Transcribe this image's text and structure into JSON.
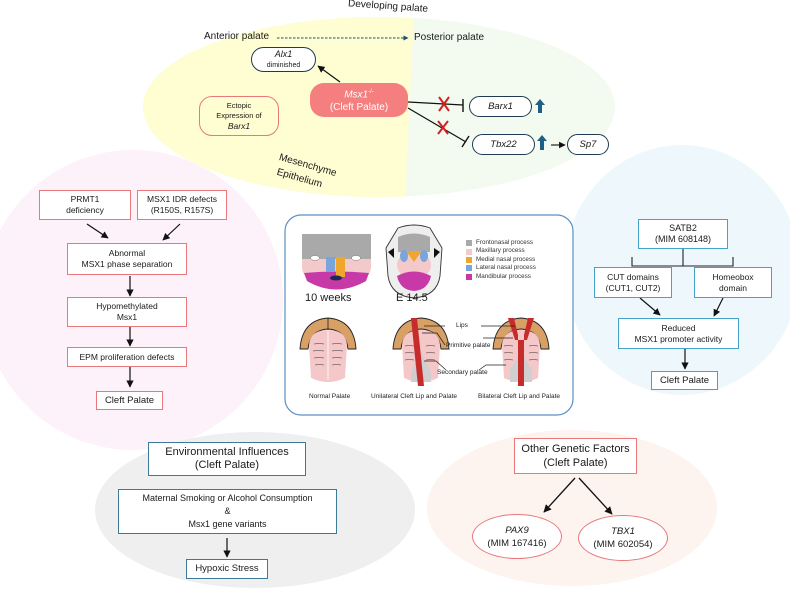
{
  "top_panel": {
    "title": "Developing palate",
    "anterior_label": "Anterior palate",
    "posterior_label": "Posterior palate",
    "alx1": {
      "gene": "Alx1",
      "note": "diminished"
    },
    "ectopic": {
      "line1": "Ectopic",
      "line2": "Expression of",
      "gene": "Barx1"
    },
    "msx1": {
      "gene": "Msx1",
      "superscript": "-/-",
      "phenotype": "(Cleft Palate)"
    },
    "barx1": "Barx1",
    "tbx22": "Tbx22",
    "sp7": "Sp7",
    "mesenchyme_label": "Mesenchyme",
    "epithelium_label": "Epithelium",
    "colors": {
      "mesenchyme": "#fefed2",
      "epithelium": "#f3faf0",
      "msx1_fill": "#f47f7e",
      "blocked_x": "#d32020",
      "up_arrow": "#1d5f86"
    }
  },
  "left_panel": {
    "inputs": [
      {
        "line1": "PRMT1",
        "line2": "deficiency"
      },
      {
        "line1": "MSX1 IDR defects",
        "line2": "(R150S, R157S)"
      }
    ],
    "steps": [
      {
        "line1": "Abnormal",
        "line2": "MSX1 phase separation"
      },
      {
        "line1": "Hypomethylated",
        "line2": "Msx1"
      },
      {
        "line1": "EPM proliferation defects",
        "line2": ""
      }
    ],
    "outcome": "Cleft Palate",
    "colors": {
      "background": "#fdf1fa",
      "border": "#e8787a"
    }
  },
  "center_panel": {
    "stages": [
      "10 weeks",
      "E 14.5"
    ],
    "legend": [
      {
        "label": "Frontonasal process",
        "color": "#a9a9a9"
      },
      {
        "label": "Maxillary process",
        "color": "#f4c9ca"
      },
      {
        "label": "Medial nasal process",
        "color": "#f0a52c"
      },
      {
        "label": "Lateral nasal process",
        "color": "#7aa5dc"
      },
      {
        "label": "Mandibular process",
        "color": "#c839a8"
      }
    ],
    "annotations": [
      "Lips",
      "Primitive palate",
      "Secondary palate"
    ],
    "captions": [
      "Normal Palate",
      "Unilateral Cleft Lip and Palate",
      "Bilateral Cleft Lip and Palate"
    ]
  },
  "right_panel": {
    "gene": {
      "line1": "SATB2",
      "line2": "(MIM 608148)"
    },
    "domains": [
      {
        "line1": "CUT domains",
        "line2": "(CUT1, CUT2)"
      },
      {
        "line1": "Homeobox",
        "line2": "domain"
      }
    ],
    "effect": {
      "line1": "Reduced",
      "line2": "MSX1 promoter activity"
    },
    "outcome": "Cleft Palate",
    "colors": {
      "background": "#eef8fc",
      "border": "#45a3c9"
    }
  },
  "env_panel": {
    "title": {
      "line1": "Environmental Influences",
      "line2": "(Cleft Palate)"
    },
    "factors": {
      "line1": "Maternal Smoking or Alcohol Consumption",
      "line2": "&",
      "line3": "Msx1 gene variants"
    },
    "outcome": "Hypoxic Stress",
    "colors": {
      "background": "#efefef",
      "border": "#3c7a98"
    }
  },
  "genetic_panel": {
    "title": {
      "line1": "Other Genetic Factors",
      "line2": "(Cleft Palate)"
    },
    "genes": [
      {
        "name": "PAX9",
        "mim": "(MIM 167416)"
      },
      {
        "name": "TBX1",
        "mim": "(MIM 602054)"
      }
    ],
    "colors": {
      "background": "#fdf3ef",
      "border": "#e8787a"
    }
  }
}
